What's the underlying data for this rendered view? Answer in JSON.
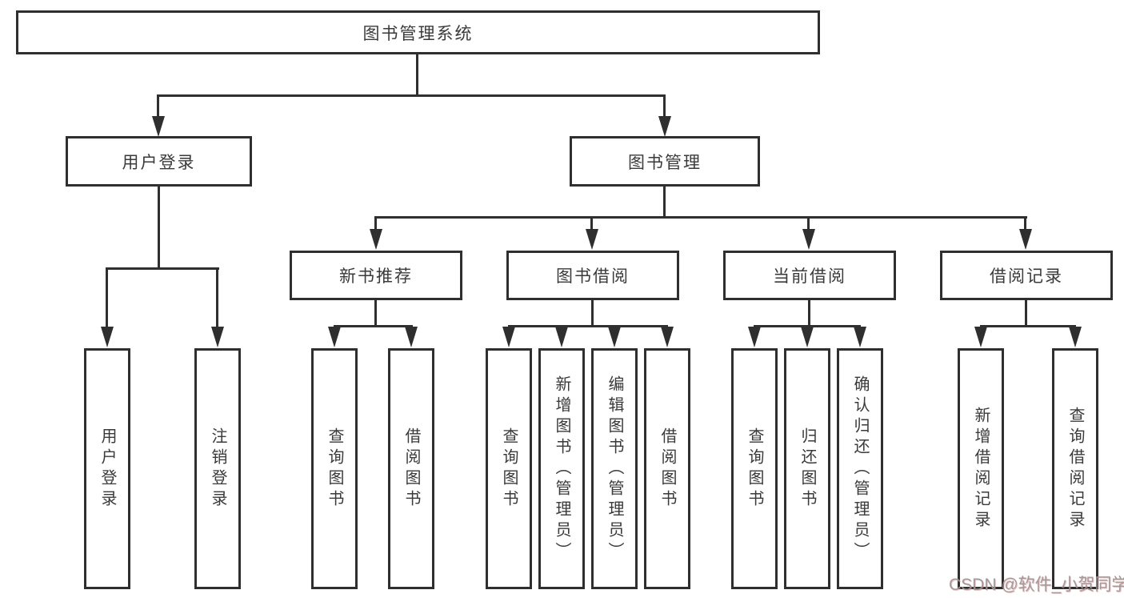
{
  "diagram": {
    "type": "hierarchy",
    "colors": {
      "line": "#2f2f2f",
      "text": "#3a3a3a",
      "background": "#ffffff"
    },
    "nodes": {
      "root": "图书管理系统",
      "user_login": "用户登录",
      "book_mgmt": "图书管理",
      "new_book_rec": "新书推荐",
      "book_borrow": "图书借阅",
      "current_borrow": "当前借阅",
      "borrow_records": "借阅记录",
      "ul_login": "用户登录",
      "ul_logout": "注销登录",
      "rec_query": "查询图书",
      "rec_borrow": "借阅图书",
      "bb_query": "查询图书",
      "bb_add": "新增图书（管理员）",
      "bb_edit": "编辑图书（管理员）",
      "bb_borrow": "借阅图书",
      "cb_query": "查询图书",
      "cb_return": "归还图书",
      "cb_confirm": "确认归还（管理员）",
      "br_add": "新增借阅记录",
      "br_query": "查询借阅记录"
    },
    "edges": [
      [
        "root",
        "user_login"
      ],
      [
        "root",
        "book_mgmt"
      ],
      [
        "user_login",
        "ul_login"
      ],
      [
        "user_login",
        "ul_logout"
      ],
      [
        "book_mgmt",
        "new_book_rec"
      ],
      [
        "book_mgmt",
        "book_borrow"
      ],
      [
        "book_mgmt",
        "current_borrow"
      ],
      [
        "book_mgmt",
        "borrow_records"
      ],
      [
        "new_book_rec",
        "rec_query"
      ],
      [
        "new_book_rec",
        "rec_borrow"
      ],
      [
        "book_borrow",
        "bb_query"
      ],
      [
        "book_borrow",
        "bb_add"
      ],
      [
        "book_borrow",
        "bb_edit"
      ],
      [
        "book_borrow",
        "bb_borrow"
      ],
      [
        "current_borrow",
        "cb_query"
      ],
      [
        "current_borrow",
        "cb_return"
      ],
      [
        "current_borrow",
        "cb_confirm"
      ],
      [
        "borrow_records",
        "br_add"
      ],
      [
        "borrow_records",
        "br_query"
      ]
    ]
  },
  "watermark": "CSDN @软件_小贺同学"
}
